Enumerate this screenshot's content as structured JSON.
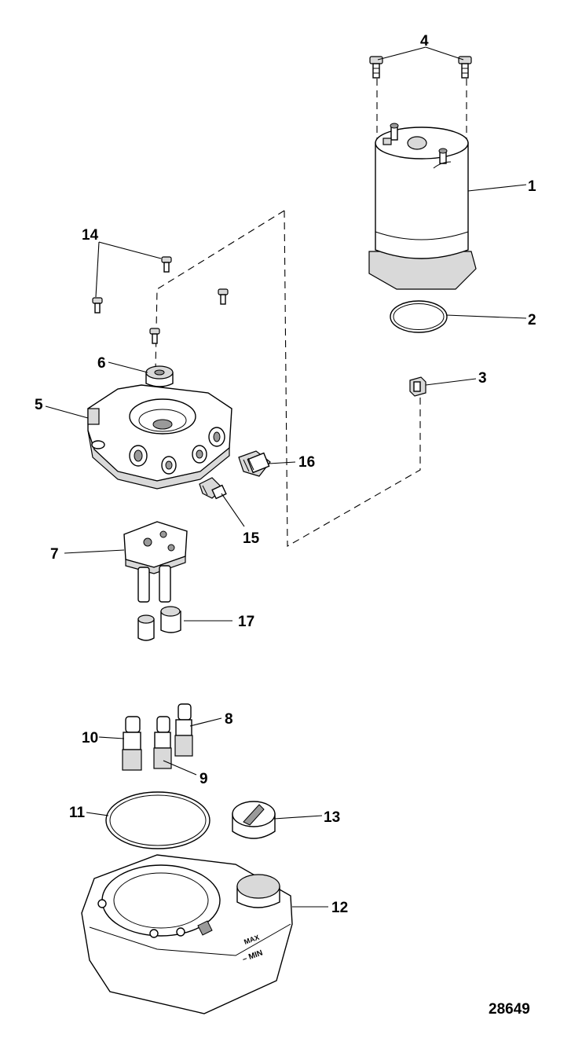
{
  "callouts": [
    {
      "id": "1",
      "label": "1"
    },
    {
      "id": "2",
      "label": "2"
    },
    {
      "id": "3",
      "label": "3"
    },
    {
      "id": "4",
      "label": "4"
    },
    {
      "id": "5",
      "label": "5"
    },
    {
      "id": "6",
      "label": "6"
    },
    {
      "id": "7",
      "label": "7"
    },
    {
      "id": "8",
      "label": "8"
    },
    {
      "id": "9",
      "label": "9"
    },
    {
      "id": "10",
      "label": "10"
    },
    {
      "id": "11",
      "label": "11"
    },
    {
      "id": "12",
      "label": "12"
    },
    {
      "id": "13",
      "label": "13"
    },
    {
      "id": "14",
      "label": "14"
    },
    {
      "id": "15",
      "label": "15"
    },
    {
      "id": "16",
      "label": "16"
    },
    {
      "id": "17",
      "label": "17"
    }
  ],
  "reservoir_text": {
    "max": "MAX",
    "min": "– MIN"
  },
  "figure_number": "28649"
}
